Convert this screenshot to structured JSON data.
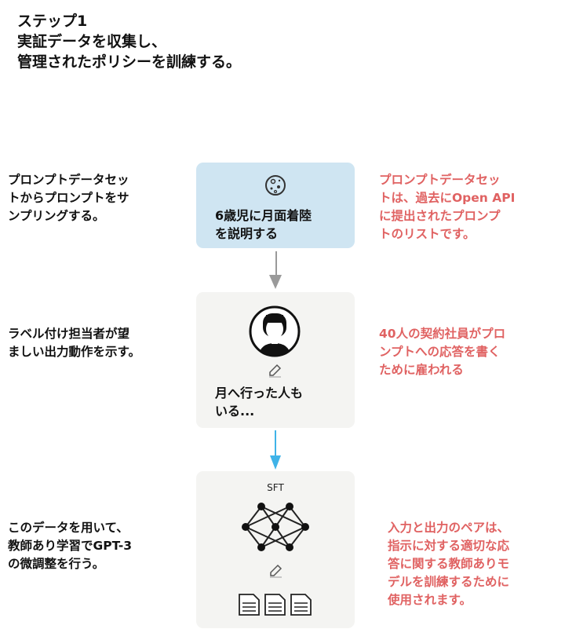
{
  "title": {
    "lines": [
      "ステップ1",
      "実証データを収集し、",
      "管理されたポリシーを訓練する。"
    ]
  },
  "steps": [
    {
      "left_lines": [
        "プロンプトデータセッ",
        "トからプロンプトをサ",
        "ンプリングする。"
      ],
      "box_lines": [
        "6歳児に月面着陸",
        "を説明する"
      ],
      "icon": "moon-icon",
      "right_lines": [
        "プロンプトデータセッ",
        "トは、過去にOpen API",
        "に提出されたプロンプ",
        "トのリストです。"
      ]
    },
    {
      "left_lines": [
        "ラベル付け担当者が望",
        "ましい出力動作を示す。"
      ],
      "box_lines": [
        "月へ行った人も",
        "いる..."
      ],
      "icon": "labeler-avatar-icon",
      "right_lines": [
        "40人の契約社員がプロ",
        "ンプトへの応答を書く",
        "ために雇われる"
      ]
    },
    {
      "left_lines": [
        "このデータを用いて、",
        "教師あり学習でGPT-3",
        "の微調整を行う。"
      ],
      "box_label": "SFT",
      "icon": "neural-network-icon",
      "right_lines": [
        "入力と出力のペアは、",
        "指示に対する適切な応",
        "答に関する教師ありモ",
        "デルを訓練するために",
        "使用されます。"
      ]
    }
  ],
  "colors": {
    "accent_red": "#e06262",
    "prompt_box": "#cfe5f2",
    "step_box": "#f4f4f2",
    "arrow_blue": "#3fb3e8",
    "arrow_gray": "#9a9a9a"
  }
}
